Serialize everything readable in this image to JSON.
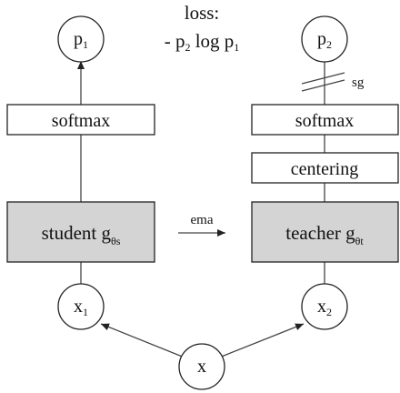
{
  "loss": {
    "title": "loss:",
    "formula_prefix": "- p",
    "formula_sub1": "2",
    "formula_mid": " log p",
    "formula_sub2": "1"
  },
  "student": {
    "output": {
      "base": "p",
      "sub": "1"
    },
    "softmax_label": "softmax",
    "network": {
      "base": "student g",
      "sub": "θs"
    },
    "input": {
      "base": "x",
      "sub": "1"
    }
  },
  "teacher": {
    "output": {
      "base": "p",
      "sub": "2"
    },
    "stop_grad_label": "sg",
    "softmax_label": "softmax",
    "centering_label": "centering",
    "network": {
      "base": "teacher g",
      "sub": "θt"
    },
    "input": {
      "base": "x",
      "sub": "2"
    }
  },
  "ema_label": "ema",
  "root_input": "x",
  "colors": {
    "network_fill": "#d4d4d4",
    "box_fill": "#ffffff",
    "stroke": "#222222"
  }
}
